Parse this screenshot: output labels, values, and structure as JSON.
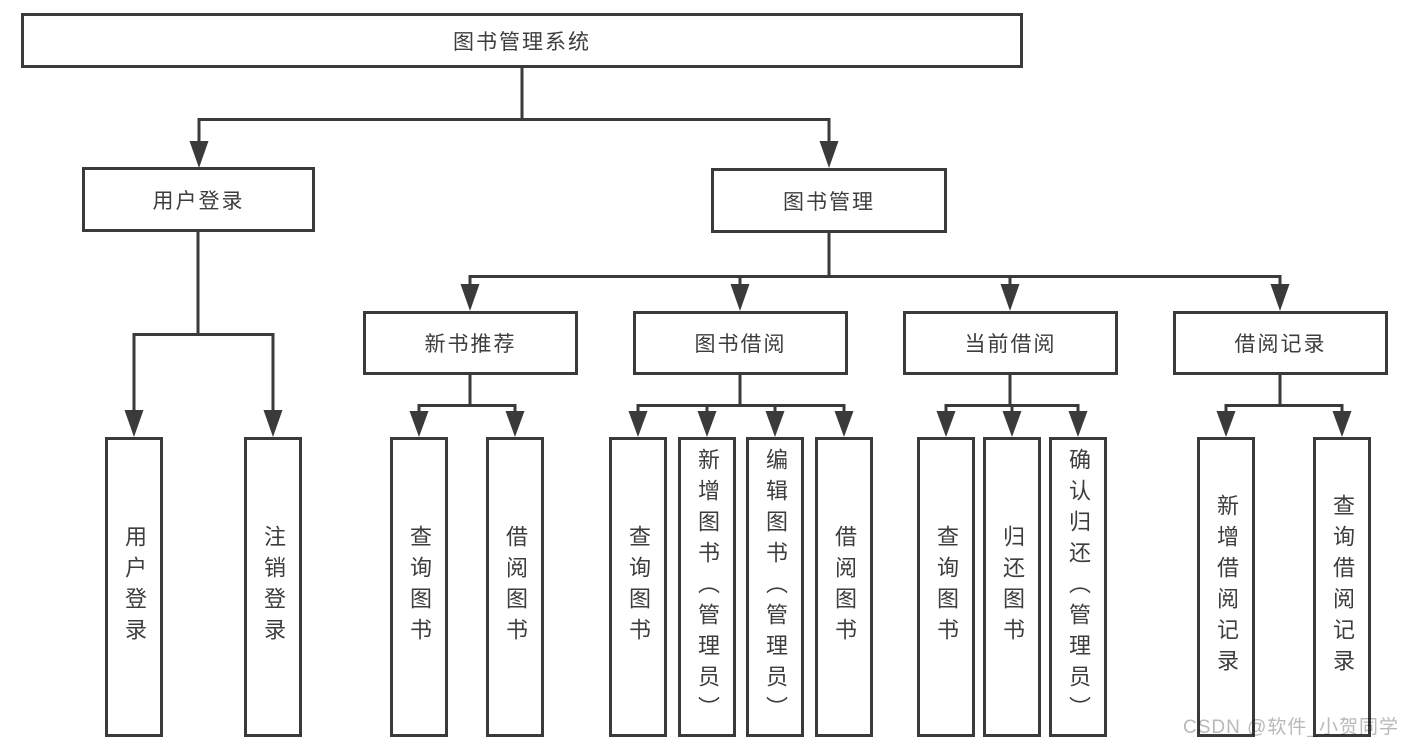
{
  "root": {
    "label": "图书管理系统"
  },
  "branches": [
    {
      "label": "用户登录",
      "children": [
        "用户登录",
        "注销登录"
      ]
    },
    {
      "label": "图书管理",
      "sections": [
        {
          "label": "新书推荐",
          "children": [
            "查询图书",
            "借阅图书"
          ]
        },
        {
          "label": "图书借阅",
          "children": [
            "查询图书",
            "新增图书（管理员）",
            "编辑图书（管理员）",
            "借阅图书"
          ]
        },
        {
          "label": "当前借阅",
          "children": [
            "查询图书",
            "归还图书",
            "确认归还（管理员）"
          ]
        },
        {
          "label": "借阅记录",
          "children": [
            "新增借阅记录",
            "查询借阅记录"
          ]
        }
      ]
    }
  ],
  "watermark": "CSDN @软件_小贺同学",
  "colors": {
    "line": "#3a3a3a",
    "text": "#3d3d3d",
    "watermark": "#b9b9b9",
    "background": "#ffffff"
  }
}
